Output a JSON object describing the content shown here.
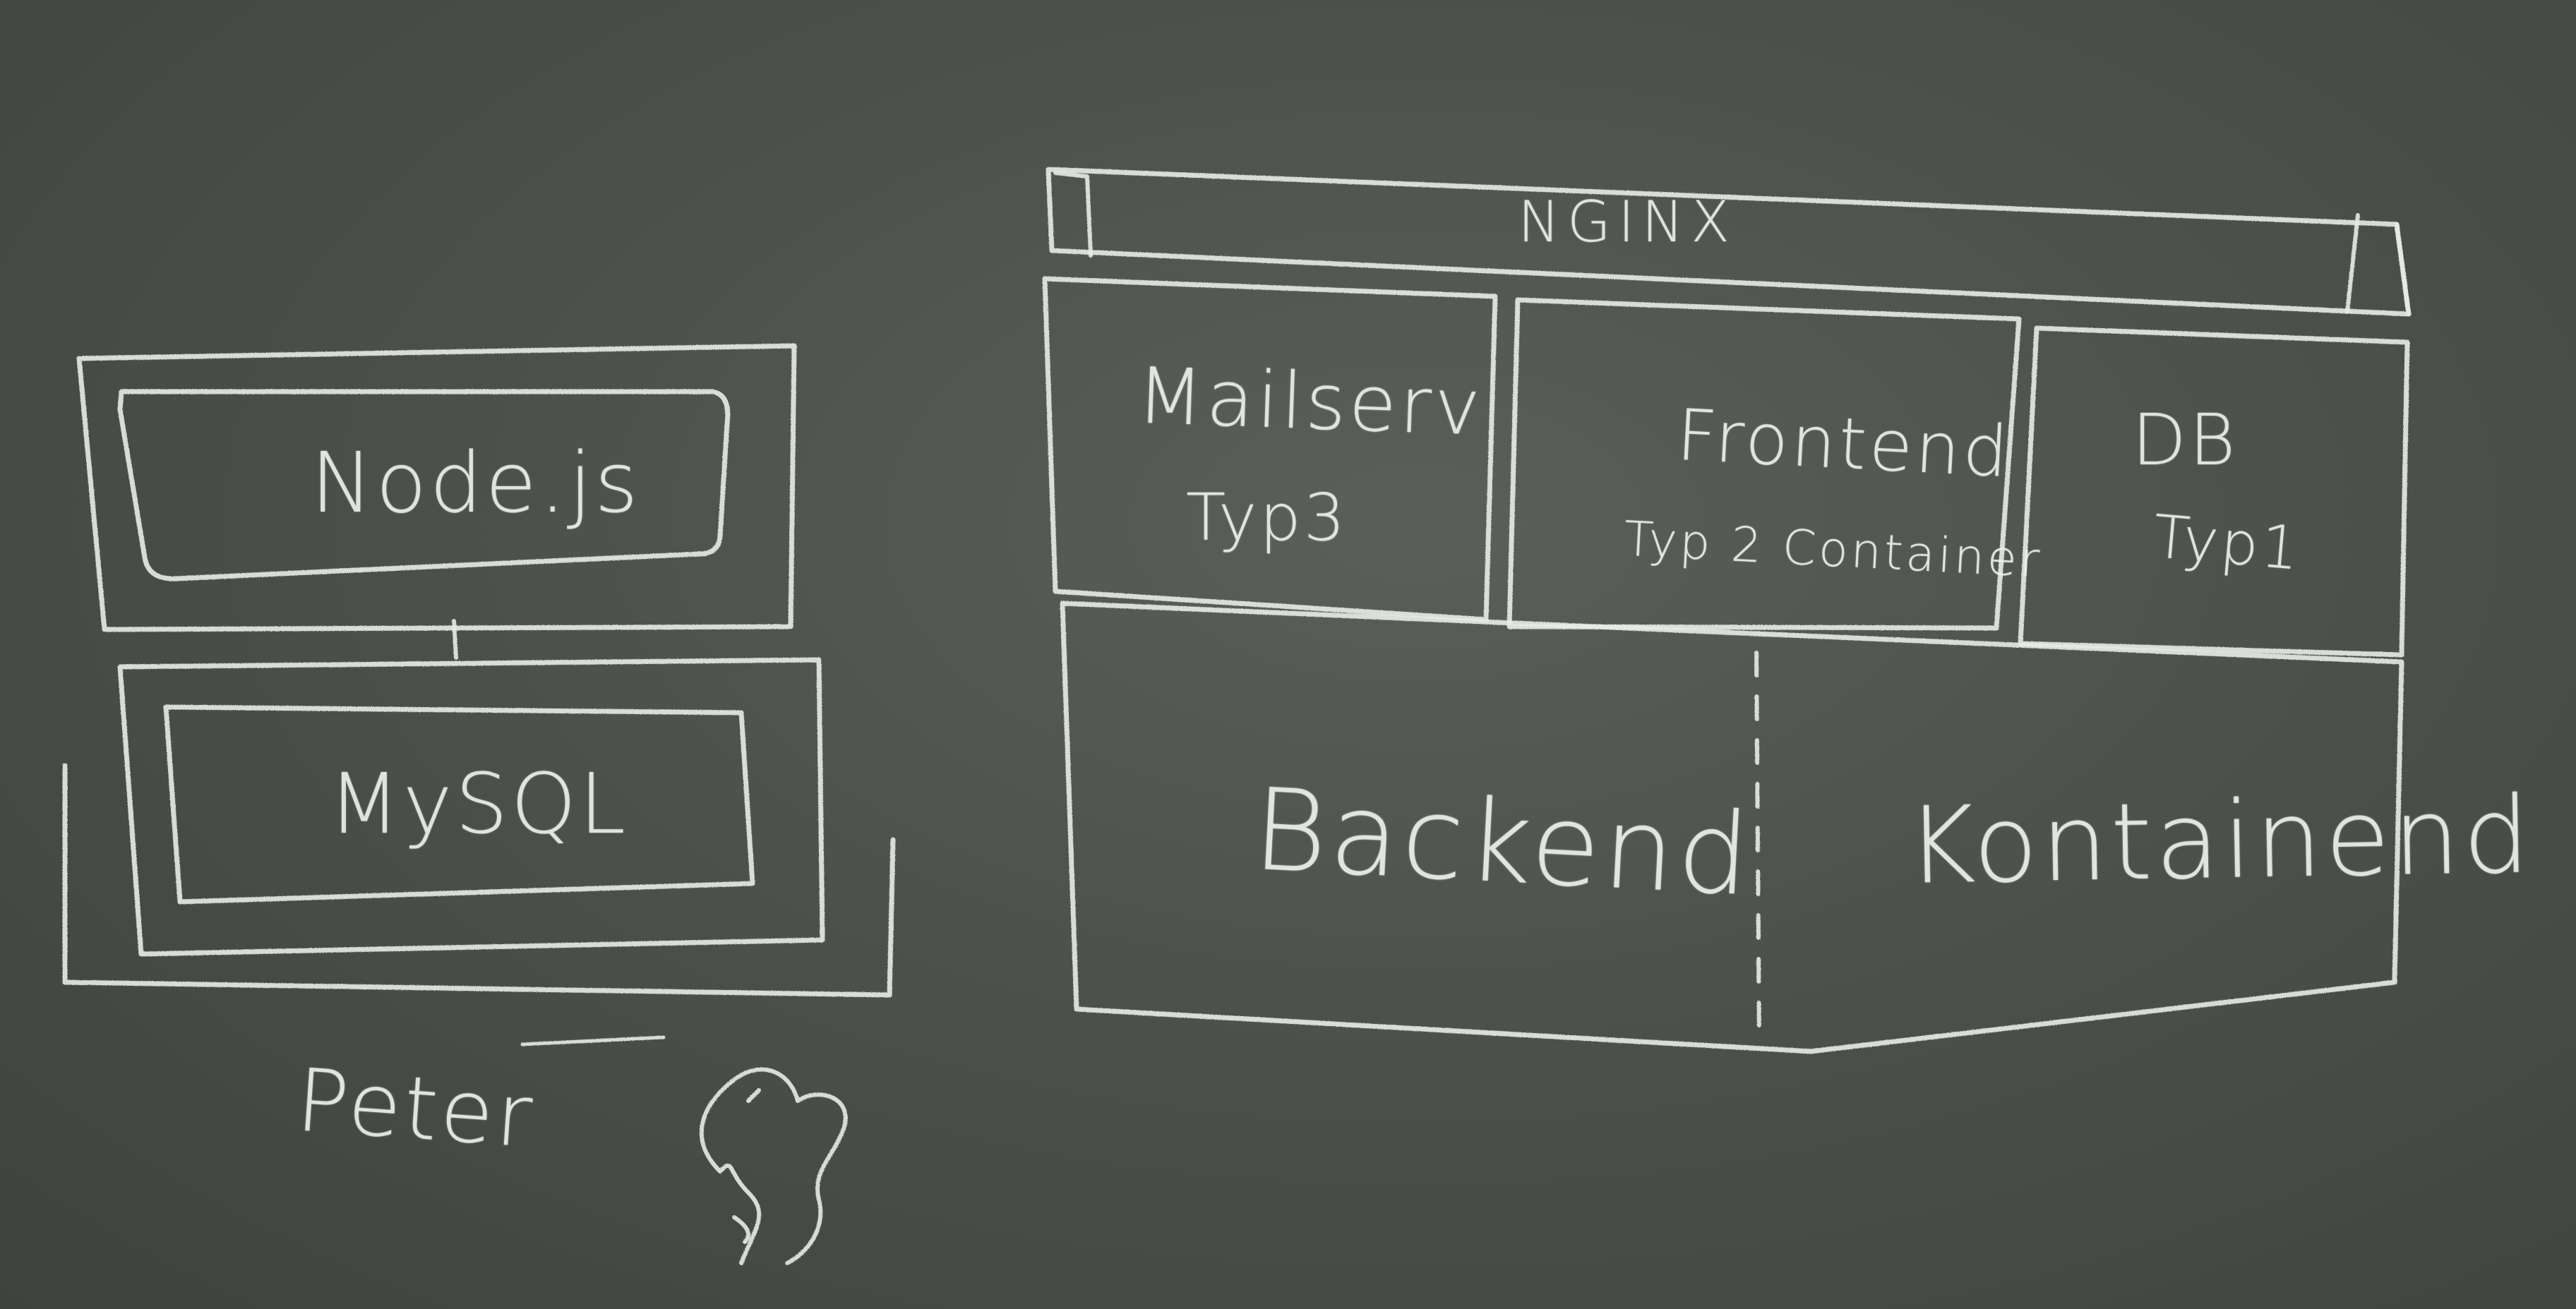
{
  "board": {
    "colors": {
      "board": "#4d514c",
      "chalk": "#e9ece6"
    },
    "left_stack": {
      "node_label": "Node.js",
      "mysql_label": "MySQL",
      "name_label": "Peter"
    },
    "right_stack": {
      "nginx_label": "NGINX",
      "mailserver": {
        "name": "Mailserv",
        "type": "Typ3"
      },
      "frontend": {
        "name": "Frontend",
        "type": "Typ 2 Container"
      },
      "db": {
        "name": "DB",
        "type": "Typ1"
      },
      "backend_label": "Backend",
      "container_label": "Kontainend"
    },
    "doodle_icon": "ghost-doodle-icon"
  }
}
